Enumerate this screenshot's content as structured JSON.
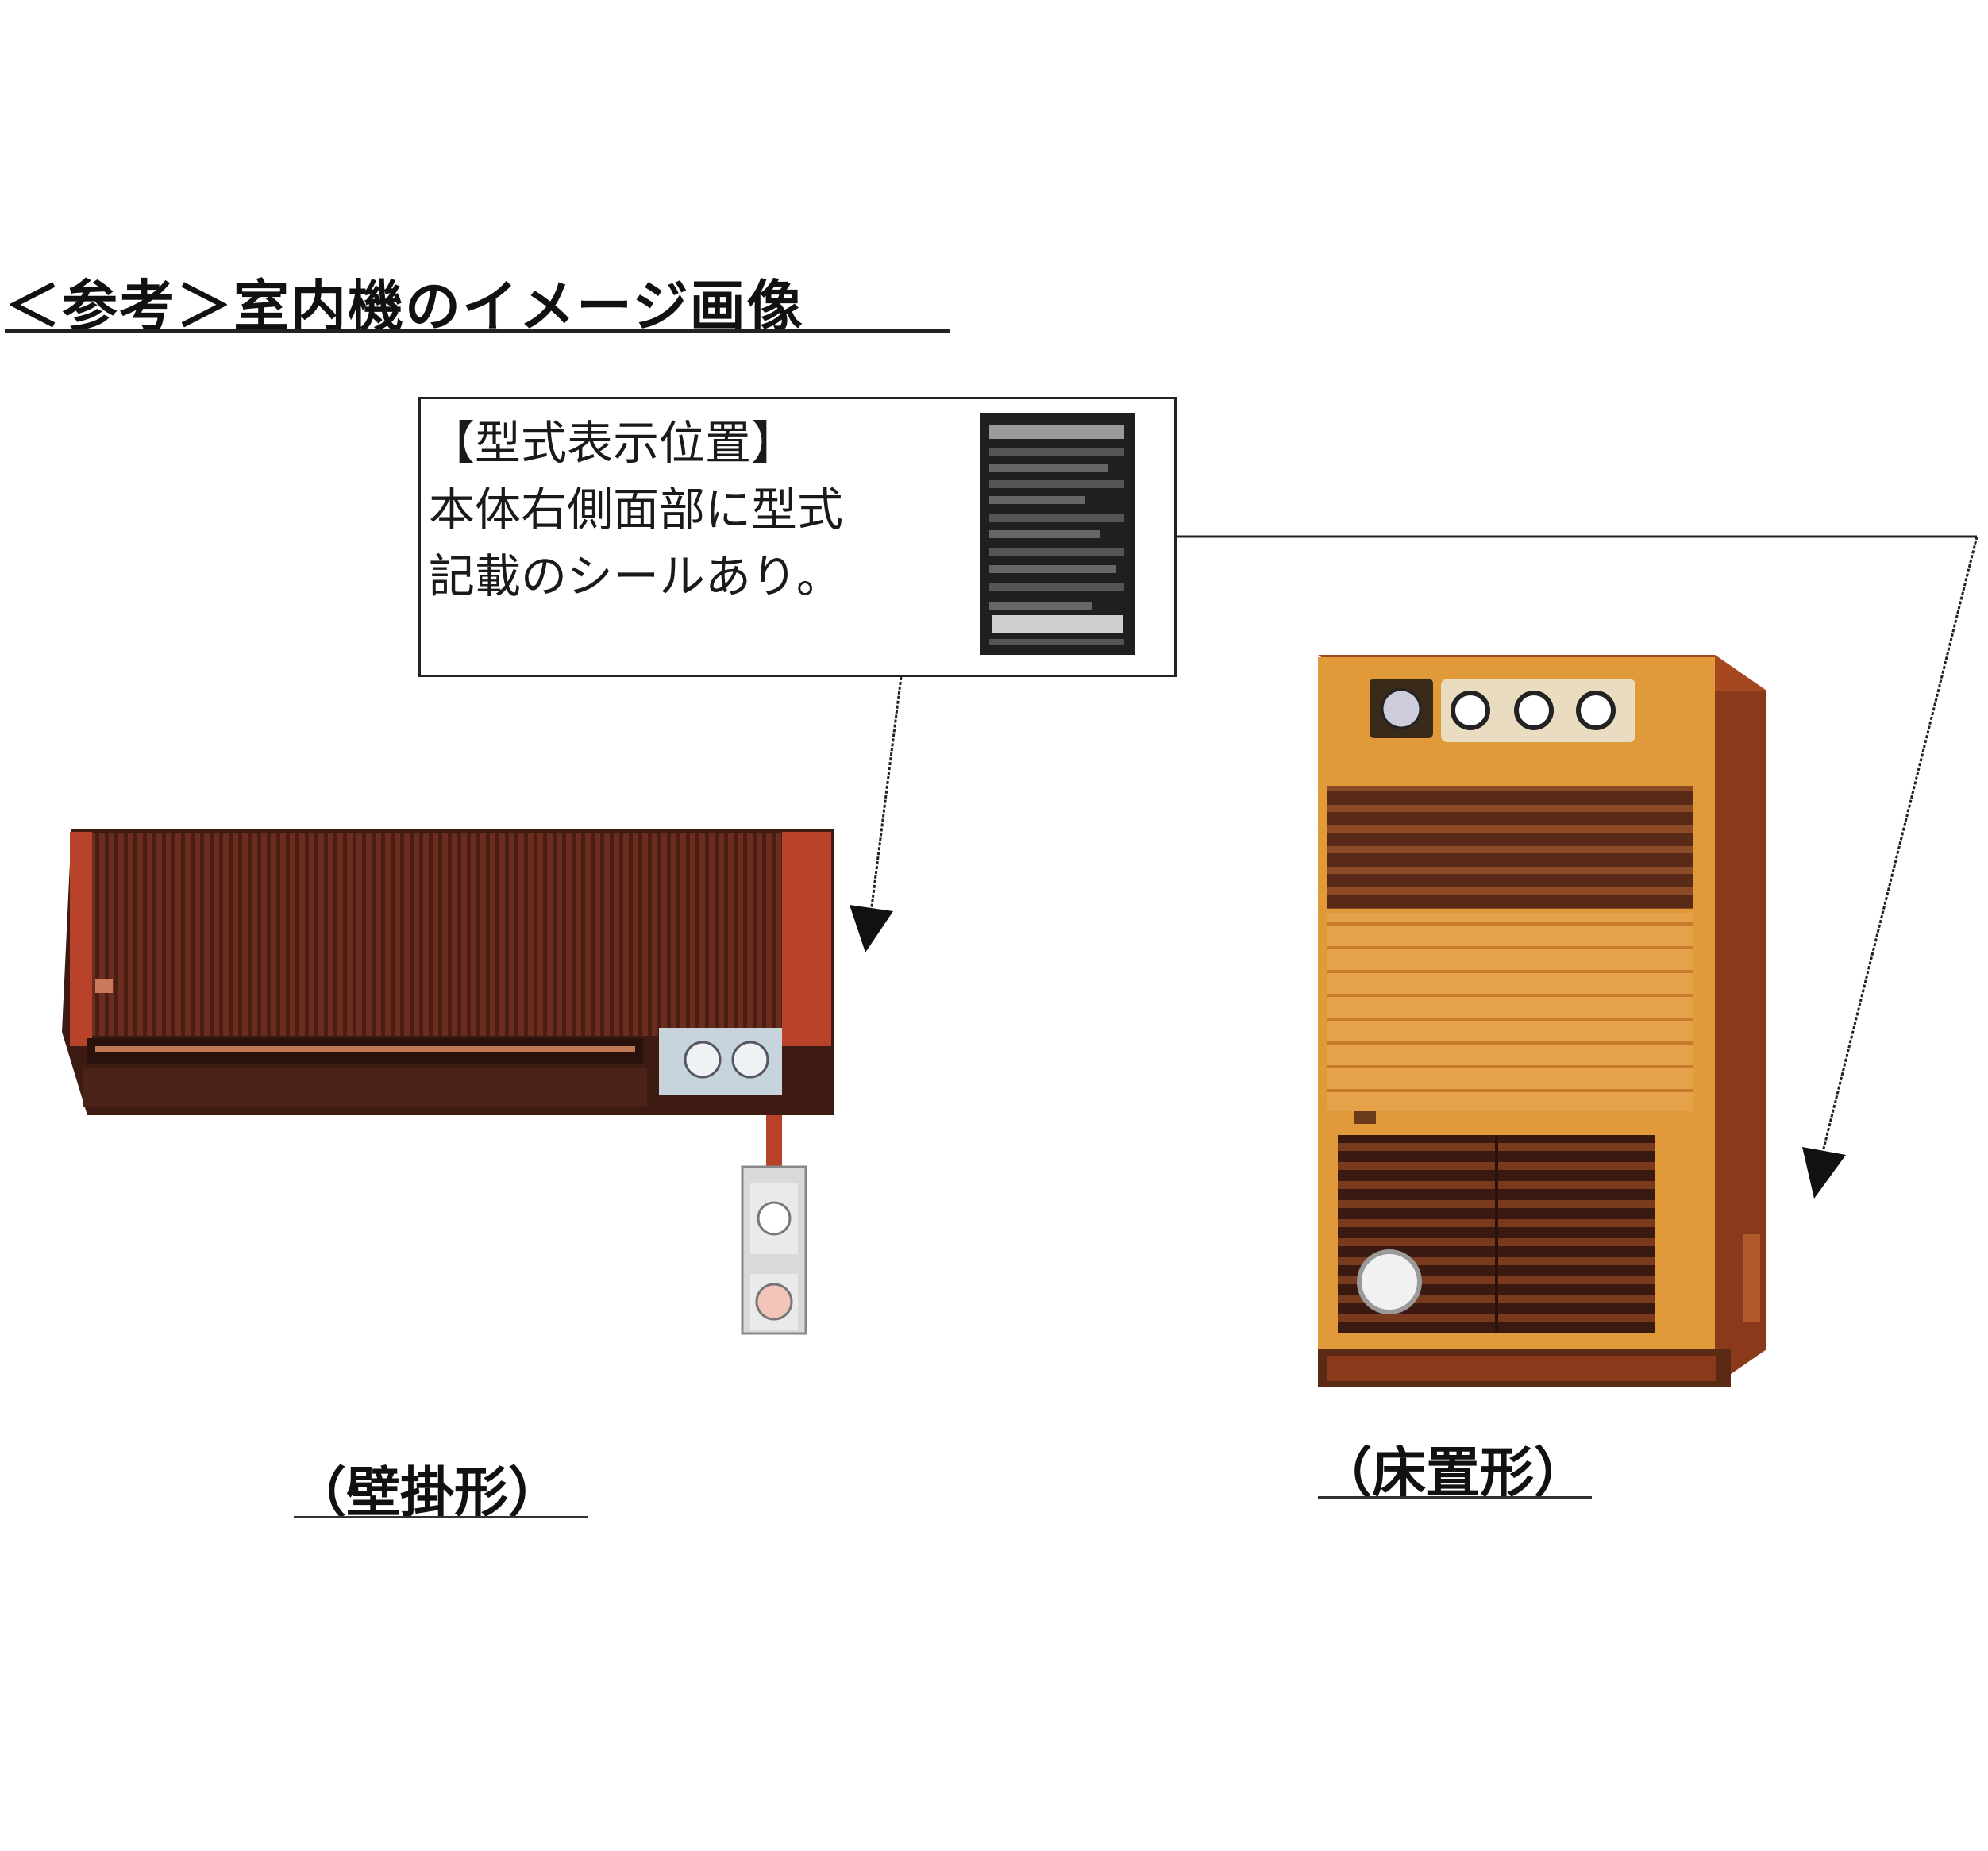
{
  "heading": "＜参考＞室内機のイメージ画像",
  "note": {
    "title": "【型式表示位置】",
    "line1": "本体右側面部に型式",
    "line2": "記載のシールあり。"
  },
  "captions": {
    "wall": "（壁掛形）",
    "floor": "（床置形）"
  },
  "colors": {
    "wall_unit_body": "#6b2e1e",
    "wall_unit_side": "#b8432a",
    "floor_unit_front": "#e09a3a",
    "floor_unit_side": "#8a3a1a",
    "label_plate": "#222222"
  }
}
